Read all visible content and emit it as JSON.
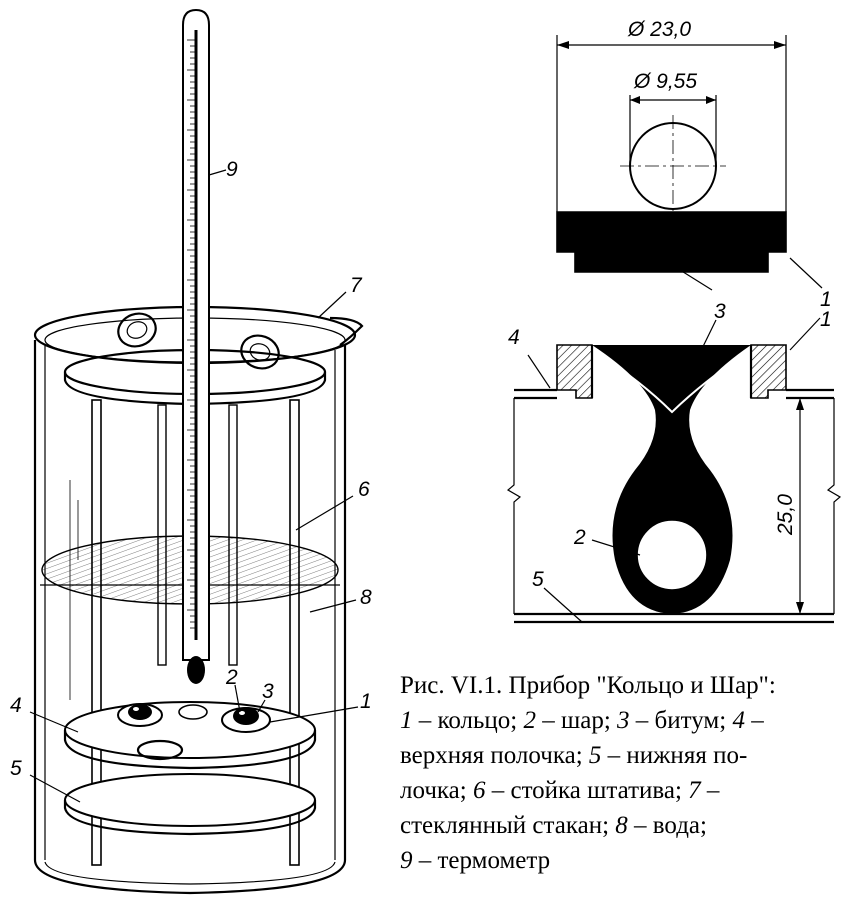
{
  "dimensions": {
    "outer_diameter": "Ø 23,0",
    "ball_diameter": "Ø 9,55",
    "height": "25,0"
  },
  "labels": {
    "left": {
      "n1": "1",
      "n2": "2",
      "n3": "3",
      "n4": "4",
      "n5": "5",
      "n6": "6",
      "n7": "7",
      "n8": "8",
      "n9": "9"
    },
    "right": {
      "n1a": "1",
      "n1b": "1",
      "n2": "2",
      "n3": "3",
      "n4": "4",
      "n5": "5"
    }
  },
  "caption": {
    "line1": "Рис. VI.1. Прибор \"Кольцо и Шар\":",
    "n1": "1",
    "t1": " – кольцо; ",
    "n2": "2",
    "t2": " – шар; ",
    "n3": "3",
    "t3": " – битум; ",
    "n4": "4",
    "t4a": " –",
    "t4b": "верхняя полочка; ",
    "n5": "5",
    "t5a": " – нижняя по-",
    "t5b": "лочка; ",
    "n6": "6",
    "t6": " – стойка штатива; ",
    "n7": "7",
    "t7": " –",
    "t7b": "стеклянный стакан; ",
    "n8": "8",
    "t8": " – вода;",
    "n9": "9",
    "t9": " – термометр"
  }
}
